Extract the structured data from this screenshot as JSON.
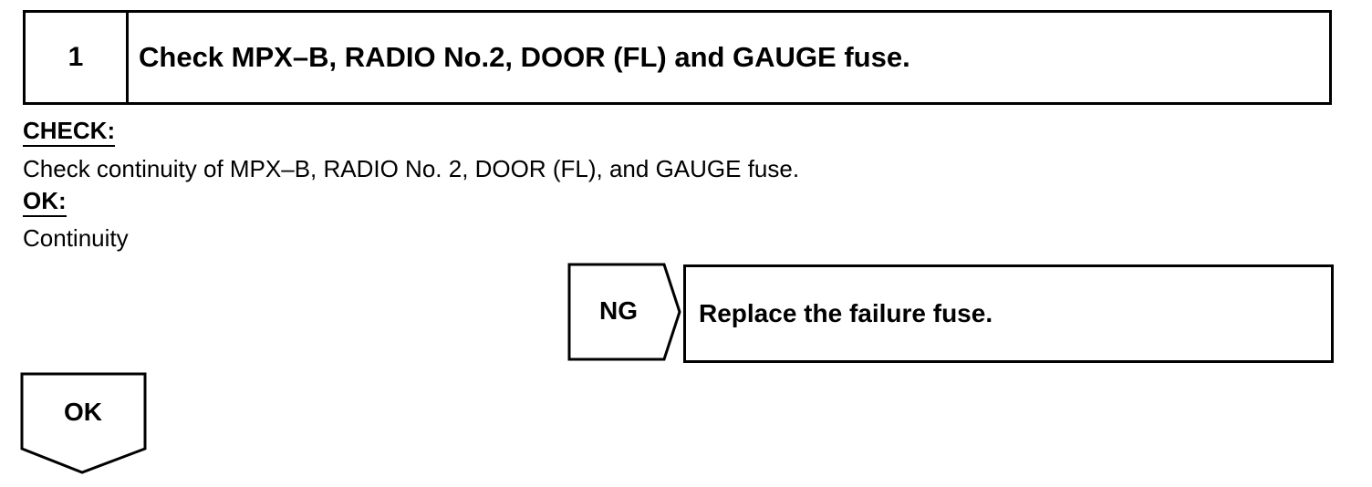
{
  "step": {
    "number": "1",
    "title": "Check MPX–B, RADIO No.2, DOOR (FL) and GAUGE fuse."
  },
  "check": {
    "label": "CHECK:",
    "text": "Check continuity of MPX–B, RADIO No. 2, DOOR (FL), and GAUGE fuse."
  },
  "ok": {
    "label": "OK:",
    "text": "Continuity"
  },
  "ng_branch": {
    "label": "NG",
    "action": "Replace the failure fuse."
  },
  "ok_branch": {
    "label": "OK"
  }
}
